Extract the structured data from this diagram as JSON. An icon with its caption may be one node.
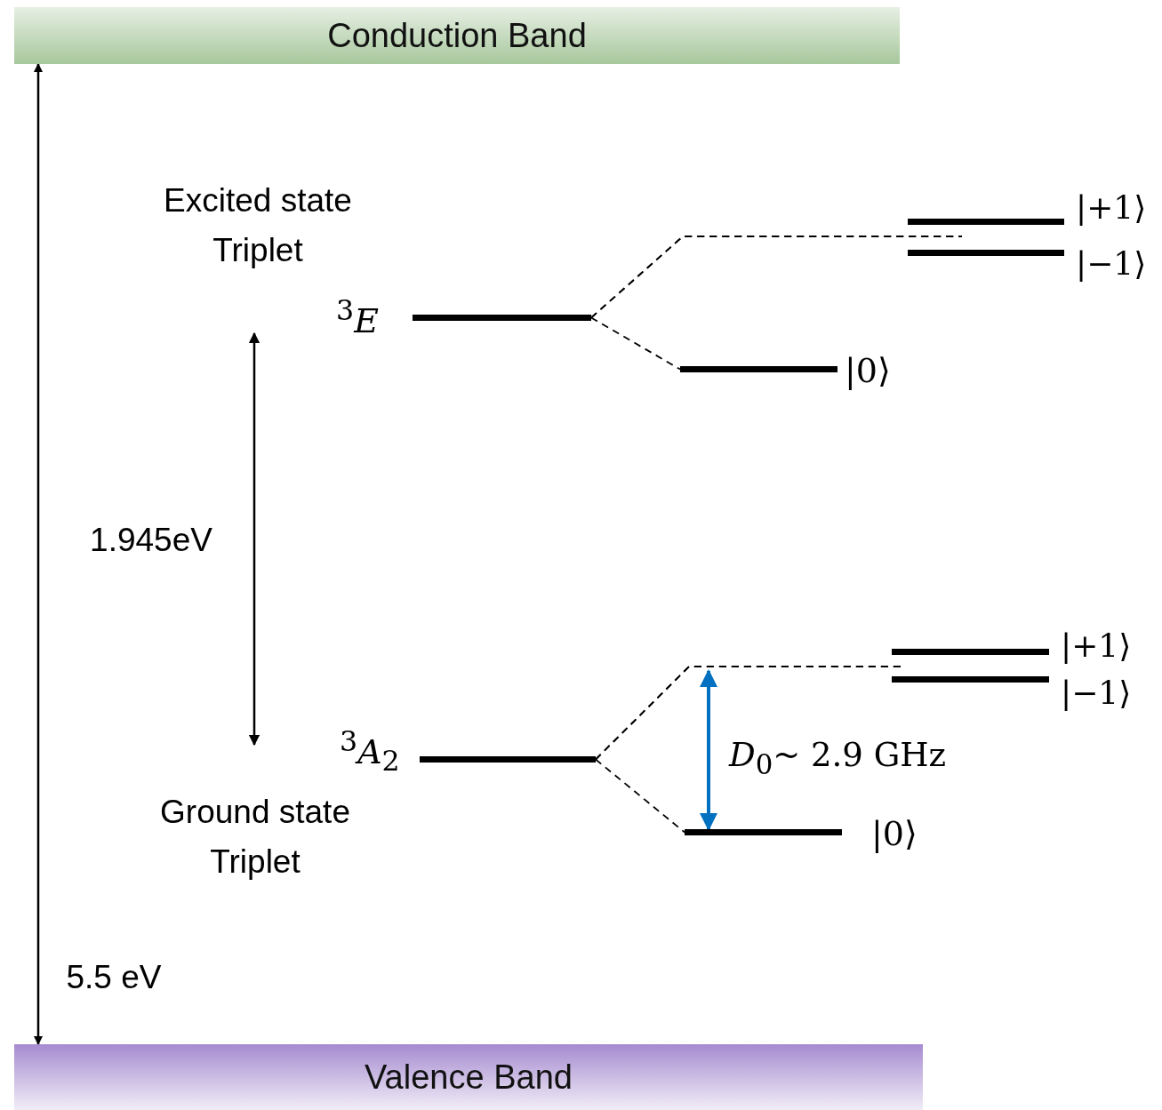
{
  "diagram": {
    "nodes": [
      {
        "text": [
          "Conduction Band"
        ]
      },
      {
        "text": [
          "Valence Band"
        ]
      },
      {
        "text": [],
        "shape": "bar",
        "beside": [
          "$^{3}$*E*"
        ]
      },
      {
        "text": [],
        "shape": "bar",
        "beside": [
          "|0⟩"
        ]
      },
      {
        "text": [],
        "shape": "bar",
        "beside": [
          "|+1⟩"
        ]
      },
      {
        "text": [],
        "shape": "bar",
        "beside": [
          "|−1⟩"
        ]
      },
      {
        "text": [],
        "shape": "bar",
        "beside": [
          "$^{3}$*A*$_{2}$"
        ]
      },
      {
        "text": [],
        "shape": "bar",
        "beside": [
          "|0⟩"
        ]
      },
      {
        "text": [],
        "shape": "bar",
        "beside": [
          "|+1⟩"
        ]
      },
      {
        "text": [],
        "shape": "bar",
        "beside": [
          "|−1⟩"
        ]
      }
    ],
    "edges": [
      {
        "from": 0,
        "to": 1,
        "arrow": "both",
        "label": "5.5 eV"
      },
      {
        "from": 2,
        "to": 3,
        "arrow": "none",
        "style": "dashed"
      },
      {
        "from": 2,
        "to": 4,
        "arrow": "none",
        "style": "dashed"
      },
      {
        "from": 2,
        "to": 5,
        "arrow": "none",
        "style": "dashed"
      },
      {
        "from": 6,
        "to": 7,
        "arrow": "none",
        "style": "dashed"
      },
      {
        "from": 6,
        "to": 8,
        "arrow": "none",
        "style": "dashed"
      },
      {
        "from": 6,
        "to": 9,
        "arrow": "none",
        "style": "dashed"
      }
    ],
    "labels": [
      "Excited state Triplet",
      "1.945eV",
      "*D*$_{0}$~ 2.9 GHz",
      "Ground state Triplet"
    ]
  }
}
